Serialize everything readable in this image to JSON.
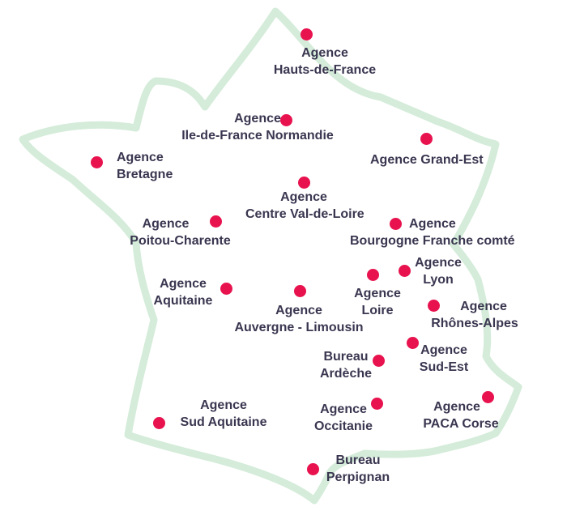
{
  "colors": {
    "dot": "#e8124e",
    "outline": "#d4ecd9",
    "label": "#3a3650"
  },
  "map": {
    "agencies": [
      {
        "id": "hauts-de-france",
        "line1": "Agence",
        "line2": "Hauts-de-France"
      },
      {
        "id": "ile-de-france-normandie",
        "line1": "Agence",
        "line2": "Ile-de-France Normandie"
      },
      {
        "id": "bretagne",
        "line1": "Agence",
        "line2": "Bretagne"
      },
      {
        "id": "grand-est",
        "line1": "Agence Grand-Est",
        "line2": ""
      },
      {
        "id": "centre-val-de-loire",
        "line1": "Agence",
        "line2": "Centre Val-de-Loire"
      },
      {
        "id": "poitou-charente",
        "line1": "Agence",
        "line2": "Poitou-Charente"
      },
      {
        "id": "bourgogne-franche-comte",
        "line1": "Agence",
        "line2": "Bourgogne Franche comté"
      },
      {
        "id": "lyon",
        "line1": "Agence",
        "line2": "Lyon"
      },
      {
        "id": "aquitaine",
        "line1": "Agence",
        "line2": "Aquitaine"
      },
      {
        "id": "loire",
        "line1": "Agence",
        "line2": "Loire"
      },
      {
        "id": "auvergne-limousin",
        "line1": "Agence",
        "line2": "Auvergne - Limousin"
      },
      {
        "id": "rhones-alpes",
        "line1": "Agence",
        "line2": "Rhônes-Alpes"
      },
      {
        "id": "ardeche",
        "line1": "Bureau",
        "line2": "Ardèche"
      },
      {
        "id": "sud-est",
        "line1": "Agence",
        "line2": "Sud-Est"
      },
      {
        "id": "sud-aquitaine",
        "line1": "Agence",
        "line2": "Sud Aquitaine"
      },
      {
        "id": "occitanie",
        "line1": "Agence",
        "line2": "Occitanie"
      },
      {
        "id": "paca-corse",
        "line1": "Agence",
        "line2": "PACA Corse"
      },
      {
        "id": "perpignan",
        "line1": "Bureau",
        "line2": "Perpignan"
      }
    ]
  }
}
